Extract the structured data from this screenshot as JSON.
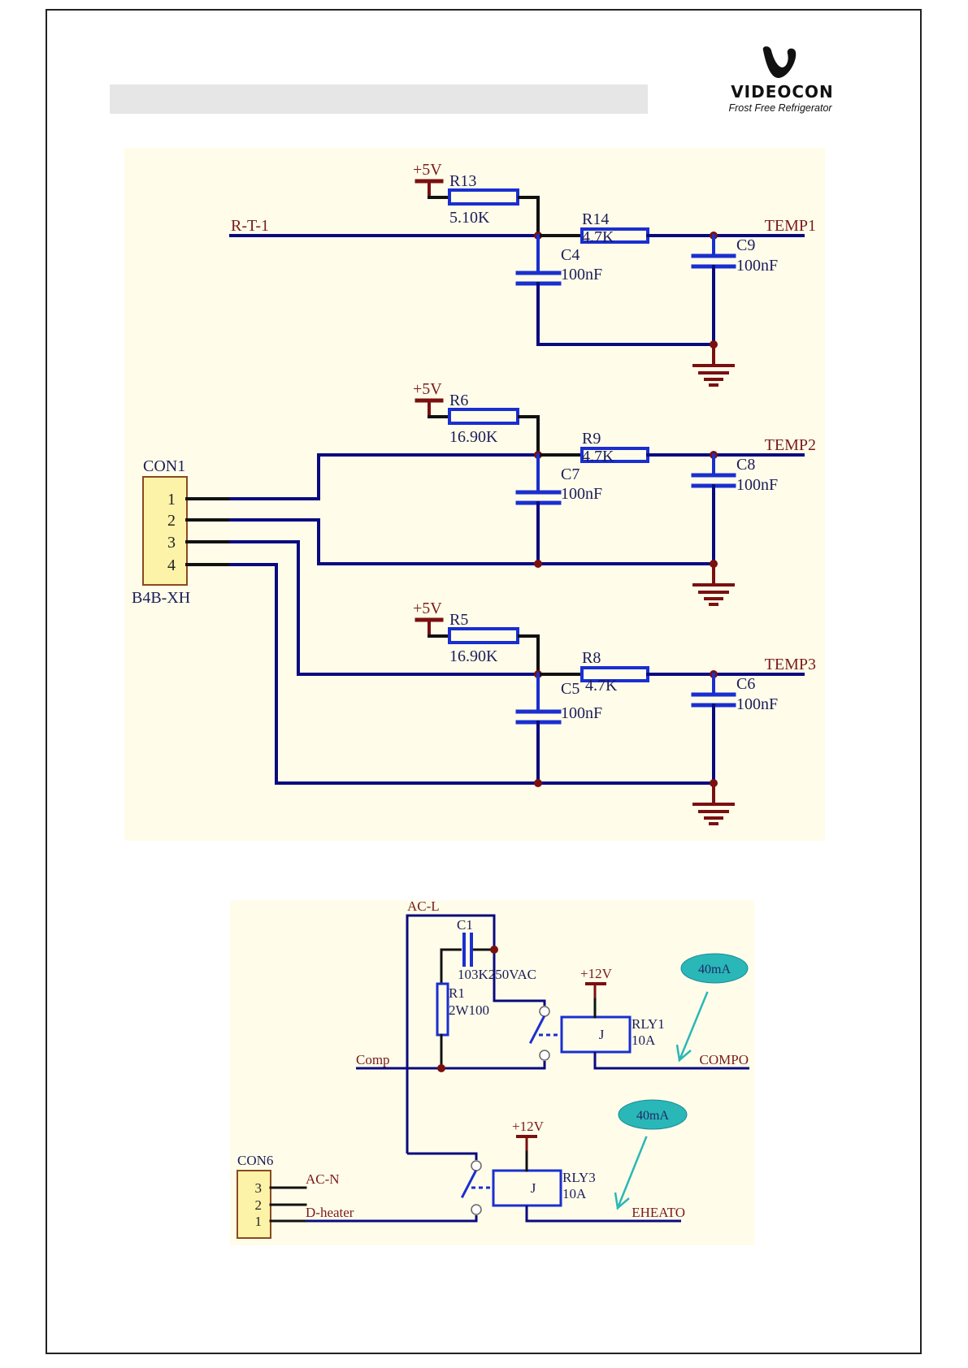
{
  "header": {
    "title_bar_text": "",
    "brand": "VIDEOCON",
    "tagline": "Frost Free Refrigerator"
  },
  "colors": {
    "panel_bg": "#fffde9",
    "wire": "#0a0a80",
    "component": "#1a2fd0",
    "power": "#7a1010",
    "net_label": "#7a1a1a",
    "text": "#1c1c5a",
    "connector_fill": "#fdf3a8",
    "annotation": "#2ab7b7"
  },
  "sensor_circuit": {
    "connector": {
      "ref": "CON1",
      "part": "B4B-XH",
      "pins": [
        "1",
        "2",
        "3",
        "4"
      ]
    },
    "channels": [
      {
        "input": "R-T-1",
        "supply": "+5V",
        "pullup_ref": "R13",
        "pullup_value": "5.10K",
        "series_ref": "R14",
        "series_value": "4.7K",
        "cap1_ref": "C4",
        "cap1_value": "100nF",
        "cap2_ref": "C9",
        "cap2_value": "100nF",
        "output": "TEMP1"
      },
      {
        "input": "",
        "supply": "+5V",
        "pullup_ref": "R6",
        "pullup_value": "16.90K",
        "series_ref": "R9",
        "series_value": "4.7K",
        "cap1_ref": "C7",
        "cap1_value": "100nF",
        "cap2_ref": "C8",
        "cap2_value": "100nF",
        "output": "TEMP2"
      },
      {
        "input": "",
        "supply": "+5V",
        "pullup_ref": "R5",
        "pullup_value": "16.90K",
        "series_ref": "R8",
        "series_value": "4.7K",
        "cap1_ref": "C5",
        "cap1_value": "100nF",
        "cap2_ref": "C6",
        "cap2_value": "100nF",
        "output": "TEMP3"
      }
    ]
  },
  "relay_circuit": {
    "line_net": "AC-L",
    "snubber_cap": {
      "ref": "C1",
      "value": "103K250VAC"
    },
    "snubber_res": {
      "ref": "R1",
      "value": "2W100"
    },
    "comp_net": "Comp",
    "relays": [
      {
        "ref": "RLY1",
        "rating": "10A",
        "coil_label": "J",
        "supply": "+12V",
        "output": "COMPO",
        "current_note": "40mA"
      },
      {
        "ref": "RLY3",
        "rating": "10A",
        "coil_label": "J",
        "supply": "+12V",
        "output": "EHEATO",
        "current_note": "40mA"
      }
    ],
    "connector": {
      "ref": "CON6",
      "pins": [
        "3",
        "2",
        "1"
      ],
      "pin_nets": [
        "AC-N",
        "",
        "D-heater"
      ]
    }
  }
}
